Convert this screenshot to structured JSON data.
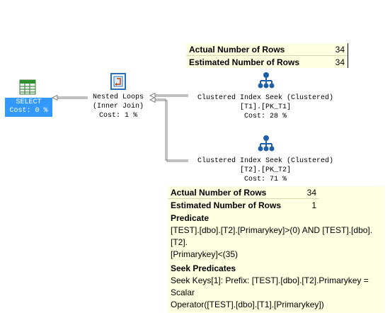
{
  "nodes": {
    "select": {
      "title": "SELECT",
      "cost": "Cost: 0 %",
      "icon": "select-result-icon"
    },
    "nested_loops": {
      "title": "Nested Loops",
      "subtitle": "(Inner Join)",
      "cost": "Cost: 1 %",
      "icon": "nested-loops-icon"
    },
    "seek1": {
      "title": "Clustered Index Seek (Clustered)",
      "object": "[T1].[PK_T1]",
      "cost": "Cost: 28 %",
      "icon": "clustered-index-seek-icon"
    },
    "seek2": {
      "title": "Clustered Index Seek (Clustered)",
      "object": "[T2].[PK_T2]",
      "cost": "Cost: 71 %",
      "icon": "clustered-index-seek-icon"
    }
  },
  "tooltip_top": {
    "rows": [
      {
        "label": "Actual Number of Rows",
        "value": "34"
      },
      {
        "label": "Estimated Number of Rows",
        "value": "34"
      }
    ]
  },
  "tooltip_bottom": {
    "rows": [
      {
        "label": "Actual Number of Rows",
        "value": "34"
      },
      {
        "label": "Estimated Number of Rows",
        "value": "1"
      }
    ],
    "predicate_heading": "Predicate",
    "predicate_line1": "[TEST].[dbo].[T2].[Primarykey]>(0) AND [TEST].[dbo].[T2].",
    "predicate_line2": "[Primarykey]<(35)",
    "seek_heading": "Seek Predicates",
    "seek_line1": "Seek Keys[1]: Prefix: [TEST].[dbo].[T2].Primarykey = Scalar",
    "seek_line2": "Operator([TEST].[dbo].[T1].[Primarykey])"
  },
  "colors": {
    "tooltip_bg": "#ffffe1",
    "selection_bg": "#3399ff",
    "wire": "#808080"
  }
}
